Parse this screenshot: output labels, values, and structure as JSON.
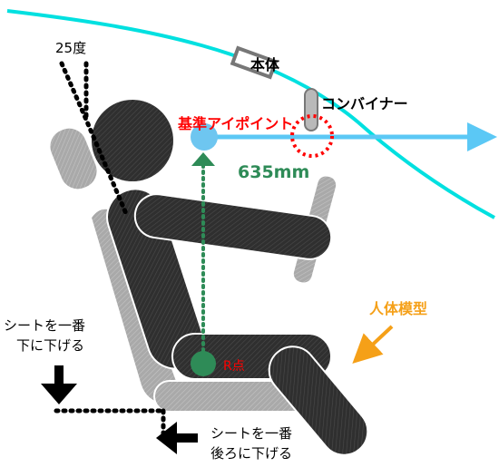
{
  "labels": {
    "angle": "25度",
    "device_body": "本体",
    "combiner": "コンバイナー",
    "eye_point": "基準アイポイント",
    "distance": "635mm",
    "human_model": "人体模型",
    "r_point": "R点",
    "seat_down_line1": "シートを一番",
    "seat_down_line2": "下に下げる",
    "seat_back_line1": "シートを一番",
    "seat_back_line2": "後ろに下げる"
  },
  "colors": {
    "windshield": "#00e0e0",
    "sight_line": "#5bc8f5",
    "eye_point": "#6ec6f0",
    "r_point": "#2e8b57",
    "highlight_red": "#ff0000",
    "human_model": "#f5a018",
    "seat": "#b4b4b4",
    "body": "#2f2f2f"
  }
}
